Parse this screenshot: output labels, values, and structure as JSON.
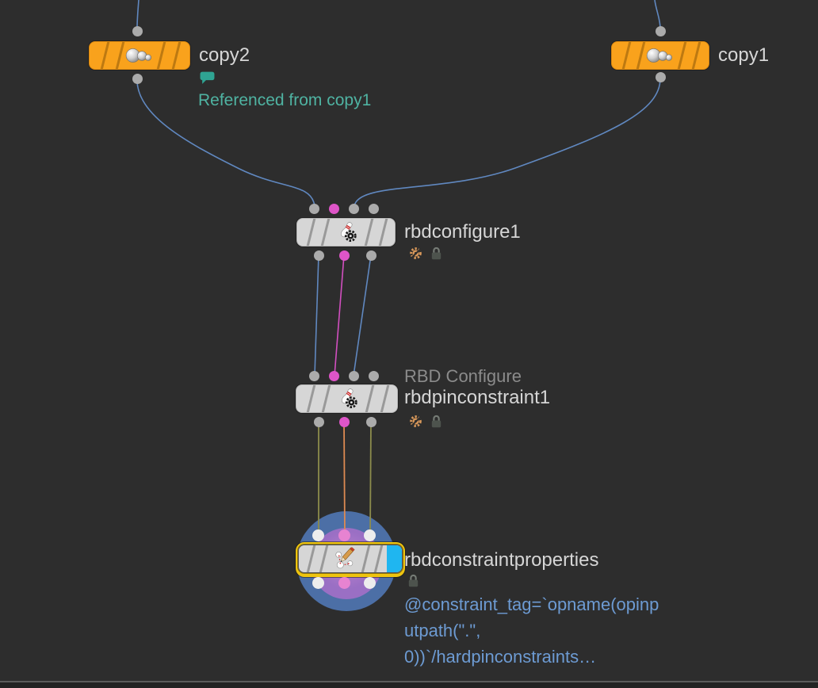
{
  "editor": {
    "kind": "node-network-editor",
    "colors": {
      "background": "#2d2d2d",
      "node_orange": "#f9a21c",
      "node_gray": "#d6d6d6",
      "selection_yellow": "#eec40f",
      "display_flag_cyan": "#1fb6f0",
      "halo_outer_blue": "#4c6fa6",
      "halo_inner_purple": "#9a6fc4",
      "wire_blue": "#6088c0",
      "wire_pink": "#d24fc0",
      "wire_olive": "#8c8c4c",
      "wire_orange": "#dd8a52",
      "comment_teal": "#4fb3a2",
      "expression_blue": "#6d9bd3"
    }
  },
  "nodes": [
    {
      "name": "copy2",
      "icon": "copy-spheres-icon",
      "badges": [
        "comment-bubble-icon"
      ],
      "comment": "Referenced from copy1"
    },
    {
      "name": "copy1",
      "icon": "copy-spheres-icon"
    },
    {
      "name": "rbdconfigure1",
      "icon": "rbd-pin-gear-icon",
      "badges": [
        "gear-slash-icon",
        "lock-icon"
      ]
    },
    {
      "name": "rbdpinconstraint1",
      "descriptive_label": "RBD Configure",
      "icon": "rbd-pin-gear-icon",
      "badges": [
        "gear-slash-icon",
        "lock-icon"
      ]
    },
    {
      "name": "rbdconstraintproperties",
      "icon": "constraint-pencil-icon",
      "badges": [
        "lock-icon"
      ],
      "selected": true,
      "display_flag": true,
      "info_lines": [
        "@constraint_tag=`opname(opinp",
        "utpath(\".\",",
        "0))`/hardpinconstraints…"
      ]
    }
  ]
}
